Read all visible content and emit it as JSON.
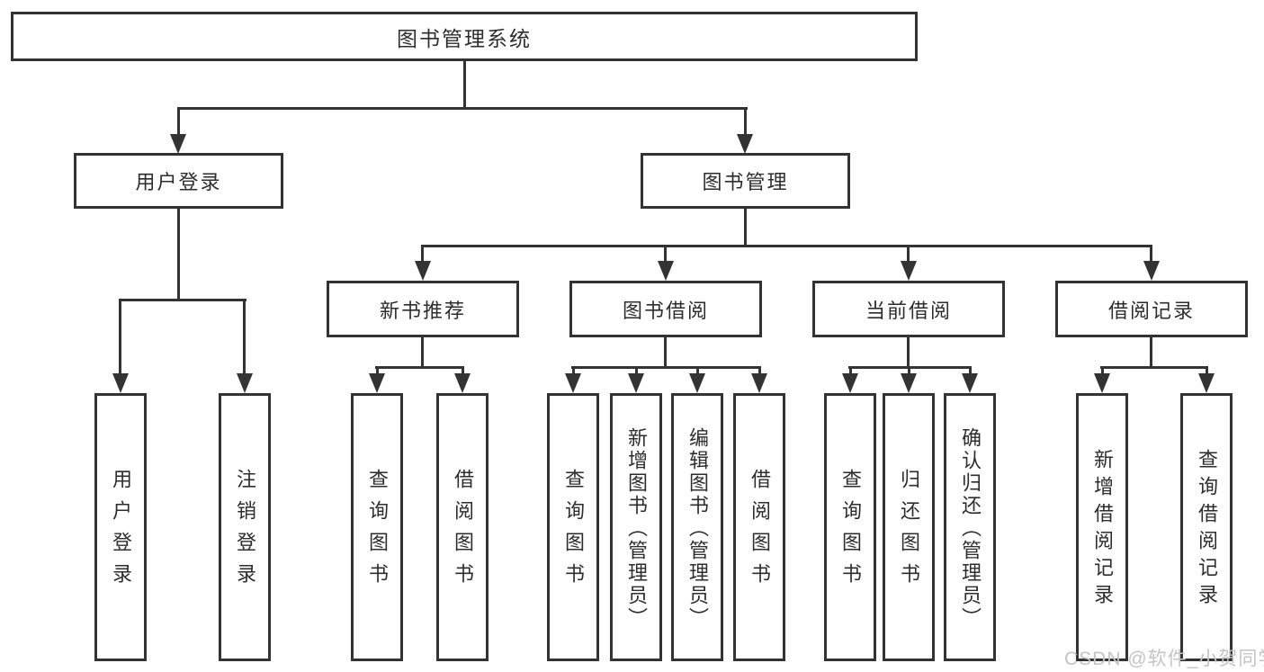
{
  "tree": {
    "label": "图书管理系统",
    "children": [
      {
        "label": "用户登录",
        "children": [
          {
            "label": "用户登录"
          },
          {
            "label": "注销登录"
          }
        ]
      },
      {
        "label": "图书管理",
        "children": [
          {
            "label": "新书推荐",
            "children": [
              {
                "label": "查询图书"
              },
              {
                "label": "借阅图书"
              }
            ]
          },
          {
            "label": "图书借阅",
            "children": [
              {
                "label": "查询图书"
              },
              {
                "label": "新增图书（管理员）"
              },
              {
                "label": "编辑图书（管理员）"
              },
              {
                "label": "借阅图书"
              }
            ]
          },
          {
            "label": "当前借阅",
            "children": [
              {
                "label": "查询图书"
              },
              {
                "label": "归还图书"
              },
              {
                "label": "确认归还（管理员）"
              }
            ]
          },
          {
            "label": "借阅记录",
            "children": [
              {
                "label": "新增借阅记录"
              },
              {
                "label": "查询借阅记录"
              }
            ]
          }
        ]
      }
    ]
  },
  "watermark": {
    "text": "CSDN @软件_小贺同学"
  },
  "colors": {
    "line": "#333333",
    "box_fill": "#ffffff",
    "text": "#2d2d2d",
    "watermark": "#c4c4c4"
  }
}
